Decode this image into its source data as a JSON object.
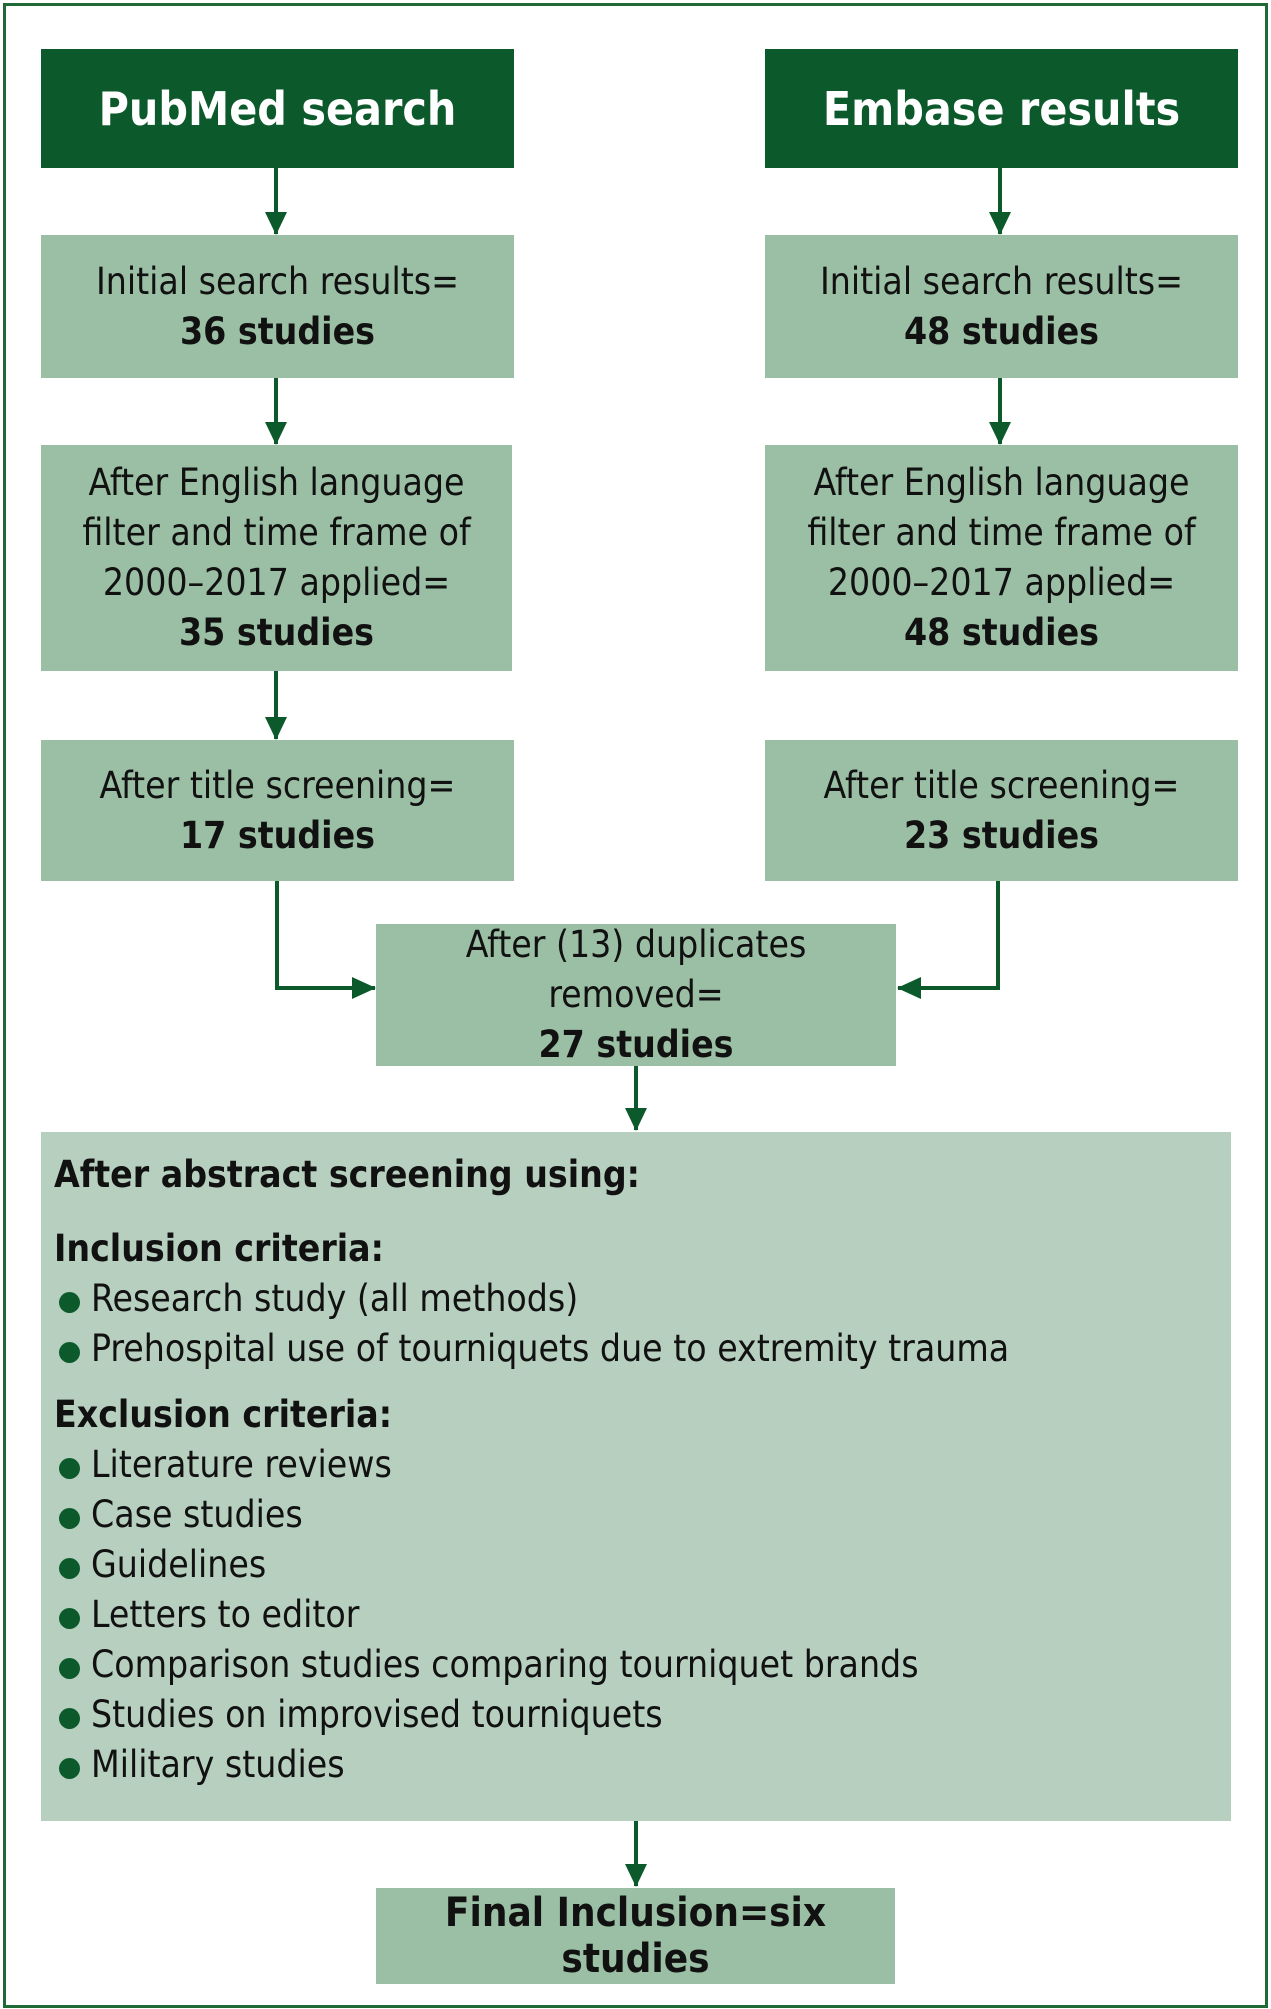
{
  "left_column": {
    "header": "PubMed search",
    "initial": {
      "text": "Initial search results=",
      "count": "36 studies"
    },
    "filter": {
      "lines": [
        "After English language",
        "filter and time frame of",
        "2000–2017 applied="
      ],
      "count": "35 studies"
    },
    "title_screen": {
      "text": "After title screening=",
      "count": "17 studies"
    }
  },
  "right_column": {
    "header": "Embase results",
    "initial": {
      "text": "Initial search results=",
      "count": "48 studies"
    },
    "filter": {
      "lines": [
        "After English language",
        "filter and time frame of",
        "2000–2017 applied="
      ],
      "count": "48 studies"
    },
    "title_screen": {
      "text": "After title screening=",
      "count": "23 studies"
    }
  },
  "merge": {
    "text": "After (13) duplicates removed=",
    "count": "27 studies"
  },
  "abstract": {
    "title": "After abstract screening using:",
    "inclusion_title": "Inclusion criteria:",
    "inclusion": [
      "Research study (all methods)",
      "Prehospital use of tourniquets due to extremity trauma"
    ],
    "exclusion_title": "Exclusion criteria:",
    "exclusion": [
      "Literature reviews",
      "Case studies",
      "Guidelines",
      "Letters to editor",
      "Comparison studies comparing tourniquet brands",
      "Studies on improvised tourniquets",
      "Military studies"
    ]
  },
  "final": "Final Inclusion=six studies",
  "colors": {
    "dark_green": "#0c5a2b",
    "mid_green": "#9bbfa4",
    "light_green": "#b6cfbf",
    "frame": "#1f6a37"
  }
}
